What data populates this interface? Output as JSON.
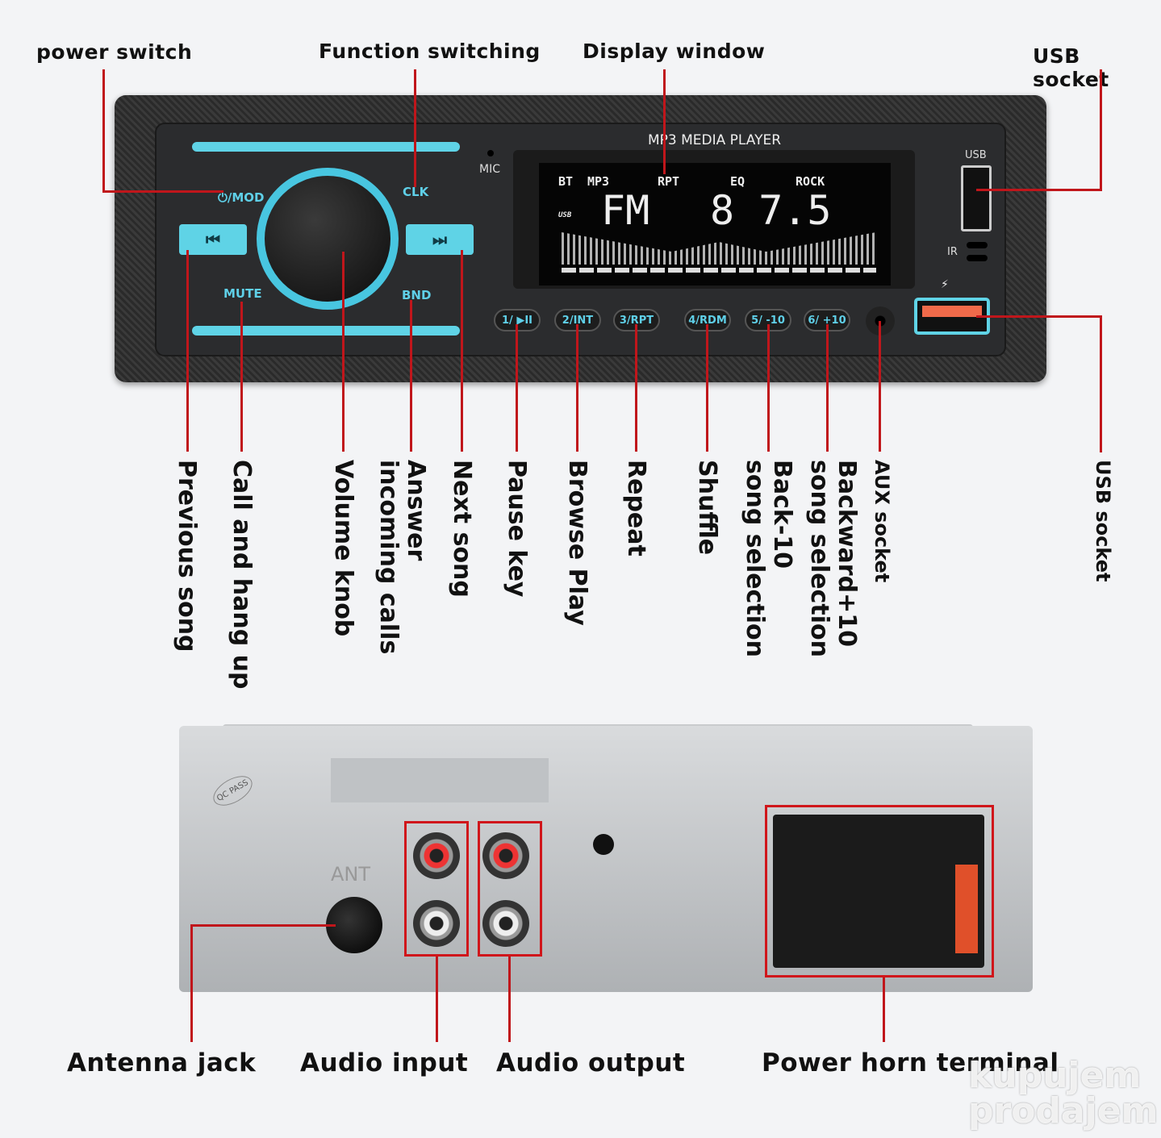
{
  "top_labels": {
    "power_switch": "power switch",
    "function_switching": "Function switching",
    "display_window": "Display window",
    "usb_socket": "USB socket"
  },
  "device": {
    "brand_text": "MP3 MEDIA PLAYER",
    "mic": "MIC",
    "usb": "USB",
    "ir": "IR",
    "mod": "⏻/MOD",
    "clk": "CLK",
    "mute": "MUTE",
    "bnd": "BND",
    "prev": "⏮",
    "next": "⏭",
    "buttons": [
      "1/ ▶II",
      "2/INT",
      "3/RPT",
      "4/RDM",
      "5/ -10",
      "6/ +10"
    ],
    "display": {
      "bt": "BT",
      "mp3": "MP3",
      "rpt": "RPT",
      "eq": "EQ",
      "rock": "ROCK",
      "usb": "USB",
      "band": "FM",
      "freq": "8 7.5"
    },
    "ant": "ANT",
    "pass": "QC PASS"
  },
  "vertical_labels": [
    "Previous song",
    "Call and hang up",
    "Volume knob",
    "Answer\nincoming calls",
    "Next song",
    "Pause key",
    "Browse Play",
    "Repeat",
    "Shuffle",
    "Back-10\nsong selection",
    "Backward+10\nsong selection",
    "AUX socket",
    "USB socket"
  ],
  "bottom_labels": {
    "antenna": "Antenna jack",
    "audio_input": "Audio input",
    "audio_output": "Audio output",
    "power": "Power horn terminal"
  },
  "watermark": "kupujem prodajem",
  "colors": {
    "accent": "#5fd3e6",
    "callout": "#c0161b"
  }
}
